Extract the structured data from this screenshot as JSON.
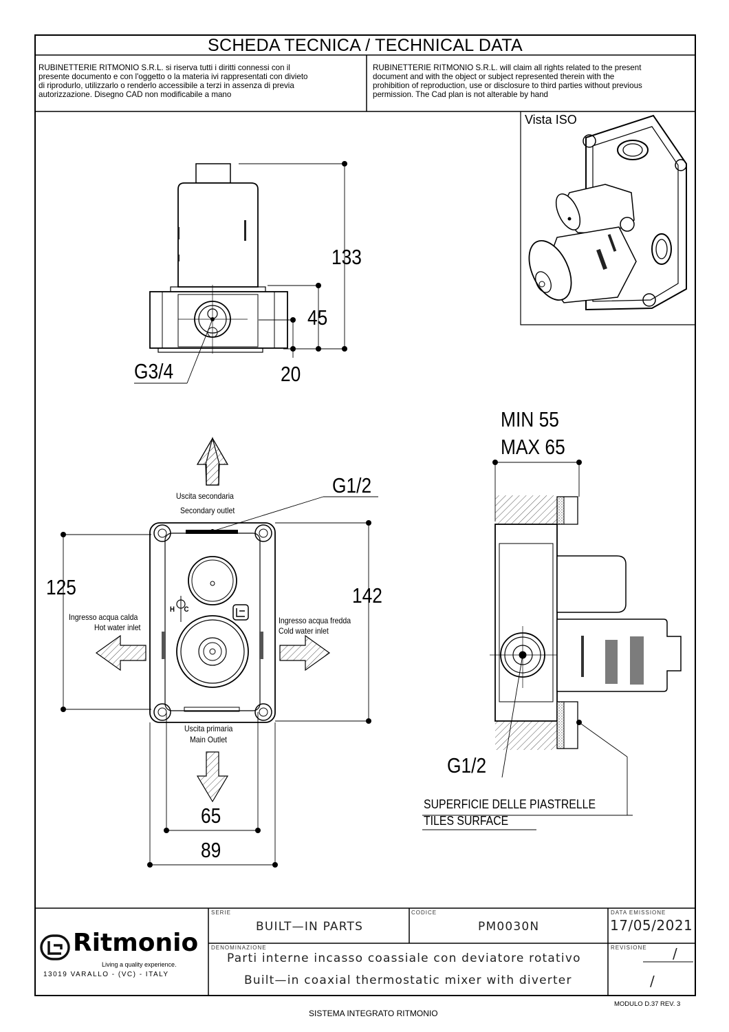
{
  "header": {
    "title": "SCHEDA TECNICA / TECHNICAL DATA",
    "notice_it": [
      "RUBINETTERIE RITMONIO S.R.L. si riserva tutti i diritti connessi con il",
      "presente documento e con l'oggetto o la materia ivi rappresentati con divieto",
      "di riprodurlo, utilizzarlo o renderlo accessibile a terzi in assenza di previa",
      "autorizzazione. Disegno CAD non modificabile a mano"
    ],
    "notice_en": [
      "RUBINETTERIE RITMONIO S.R.L. will claim all rights related to the present",
      "document and with the object or subject represented therein with the",
      "prohibition  of reproduction, use or disclosure to third parties without previous",
      "permission.  The Cad plan is not alterable by hand"
    ]
  },
  "drawing": {
    "iso_label": "Vista ISO",
    "dims": {
      "d133": "133",
      "d45": "45",
      "d20": "20",
      "g34": "G3/4",
      "g12_top": "G1/2",
      "d125": "125",
      "d142": "142",
      "d65": "65",
      "d89": "89",
      "min55": "MIN 55",
      "max65": "MAX 65",
      "g12_side": "G1/2"
    },
    "labels": {
      "secondary_it": "Uscita secondaria",
      "secondary_en": "Secondary outlet",
      "hot_it": "Ingresso acqua calda",
      "hot_en": "Hot water inlet",
      "cold_it": "Ingresso acqua fredda",
      "cold_en": "Cold water inlet",
      "main_it": "Uscita primaria",
      "main_en": "Main Outlet",
      "tiles_it": "SUPERFICIE DELLE PIASTRELLE",
      "tiles_en": "TILES SURFACE",
      "hc": "H     C"
    }
  },
  "title_block": {
    "logo_text": "Ritmonio",
    "tagline": "Living a quality experience.",
    "address": "13019 VARALLO - (VC) - ITALY",
    "serie_label": "SERIE",
    "serie_value": "BUILT—IN PARTS",
    "codice_label": "CODICE",
    "codice_value": "PM0030N",
    "data_label": "DATA EMISSIONE",
    "data_value": "17/05/2021",
    "denom_label": "DENOMINAZIONE",
    "denom_it": "Parti interne incasso coassiale con deviatore rotativo",
    "denom_en": "Built—in coaxial thermostatic mixer with diverter",
    "revisione_label": "REVISIONE",
    "revisione_value": "/",
    "revisione_value2": "/"
  },
  "footer": {
    "modulo": "MODULO D.37 REV. 3",
    "sistema": "SISTEMA INTEGRATO RITMONIO"
  }
}
